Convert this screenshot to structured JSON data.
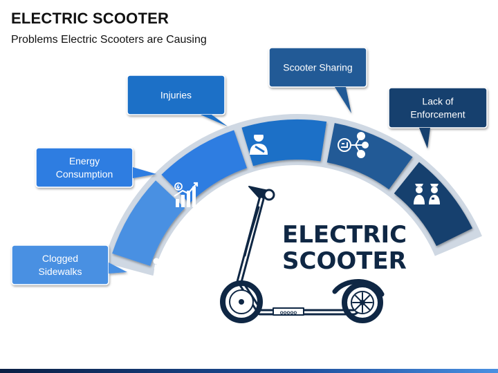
{
  "header": {
    "title": "ELECTRIC SCOOTER",
    "subtitle": "Problems Electric Scooters are Causing"
  },
  "center_label": {
    "line1": "ELECTRIC",
    "line2": "SCOOTER"
  },
  "segments": [
    {
      "name": "Clogged Sidewalks",
      "label_lines": [
        "Clogged",
        "Sidewalks"
      ],
      "icon": "scooter-rider-icon",
      "color": "#4a90e2"
    },
    {
      "name": "Energy Consumption",
      "label_lines": [
        "Energy",
        "Consumption"
      ],
      "icon": "energy-growth-chart-icon",
      "color": "#2f7de1"
    },
    {
      "name": "Injuries",
      "label_lines": [
        "Injuries"
      ],
      "icon": "injured-person-icon",
      "color": "#1f6fc7"
    },
    {
      "name": "Scooter Sharing",
      "label_lines": [
        "Scooter Sharing"
      ],
      "icon": "sharing-network-icon",
      "color": "#235a96"
    },
    {
      "name": "Lack of Enforcement",
      "label_lines": [
        "Lack of",
        "Enforcement"
      ],
      "icon": "police-officers-icon",
      "color": "#173f6e"
    }
  ],
  "colors": {
    "arc_border": "#cfd8e3",
    "scooter_outline": "#0f2744",
    "title_text": "#111111",
    "center_text": "#0f2744"
  }
}
